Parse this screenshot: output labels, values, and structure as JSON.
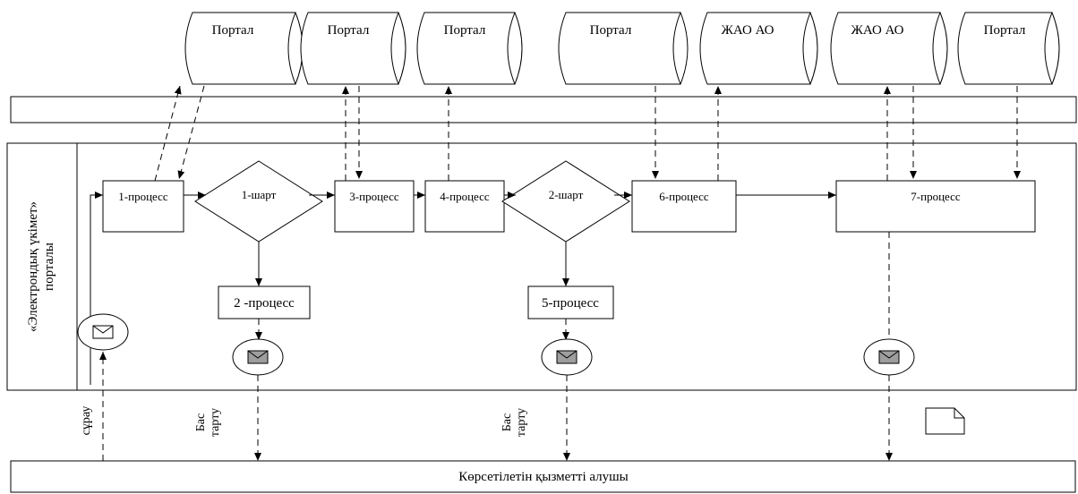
{
  "databases": [
    {
      "label": "Портал"
    },
    {
      "label": "Портал"
    },
    {
      "label": "Портал"
    },
    {
      "label": "Портал"
    },
    {
      "label": "ЖАО АО"
    },
    {
      "label": "ЖАО АО"
    },
    {
      "label": "Портал"
    }
  ],
  "lane": {
    "title_line1": "«Электрондық үкімет»",
    "title_line2": "порталы"
  },
  "processes": {
    "p1": "1-процесс",
    "p2": "2 -процесс",
    "p3": "3-процесс",
    "p4": "4-процесс",
    "p5": "5-процесс",
    "p6": "6-процесс",
    "p7": "7-процесс"
  },
  "conditions": {
    "c1": "1-шарт",
    "c2": "2-шарт"
  },
  "labels": {
    "request": "сұрау",
    "refusal_line1": "Бас",
    "refusal_line2": "тарту"
  },
  "recipient": {
    "label": "Көрсетілетін қызметті алушы"
  }
}
